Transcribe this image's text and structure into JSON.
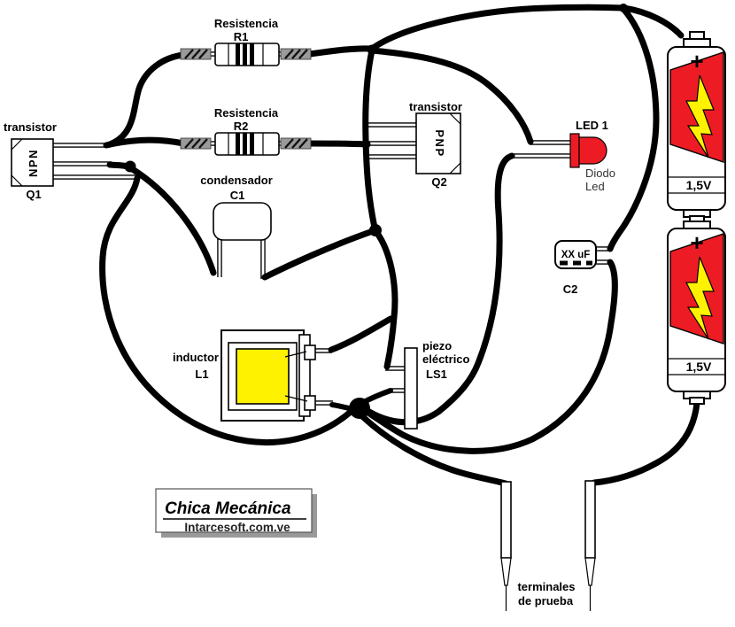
{
  "diagram": {
    "q1": {
      "type_label": "transistor",
      "body_text": "NPN",
      "ref": "Q1"
    },
    "q2": {
      "type_label": "transistor",
      "body_text": "PNP",
      "ref": "Q2"
    },
    "r1": {
      "type_label": "Resistencia",
      "ref": "R1"
    },
    "r2": {
      "type_label": "Resistencia",
      "ref": "R2"
    },
    "c1": {
      "type_label": "condensador",
      "ref": "C1"
    },
    "c2": {
      "value_label": "XX uF",
      "ref": "C2"
    },
    "l1": {
      "type_label": "inductor",
      "ref": "L1"
    },
    "ls1": {
      "type_line1": "piezo",
      "type_line2": "eléctrico",
      "ref": "LS1"
    },
    "led1": {
      "name_label": "LED 1",
      "type_line1": "Diodo",
      "type_line2": "Led"
    },
    "battery": {
      "polarity": "+",
      "voltage": "1,5V"
    },
    "probes": {
      "label_line1": "terminales",
      "label_line2": "de prueba"
    },
    "brand": {
      "title": "Chica Mecánica",
      "site": "Intarcesoft.com.ve"
    },
    "colors": {
      "wire": "#000000",
      "component_red": "#ED1C24",
      "inductor_yellow": "#FFF200",
      "crimp_gray": "#9A9A9A",
      "background": "#FFFFFF"
    }
  }
}
